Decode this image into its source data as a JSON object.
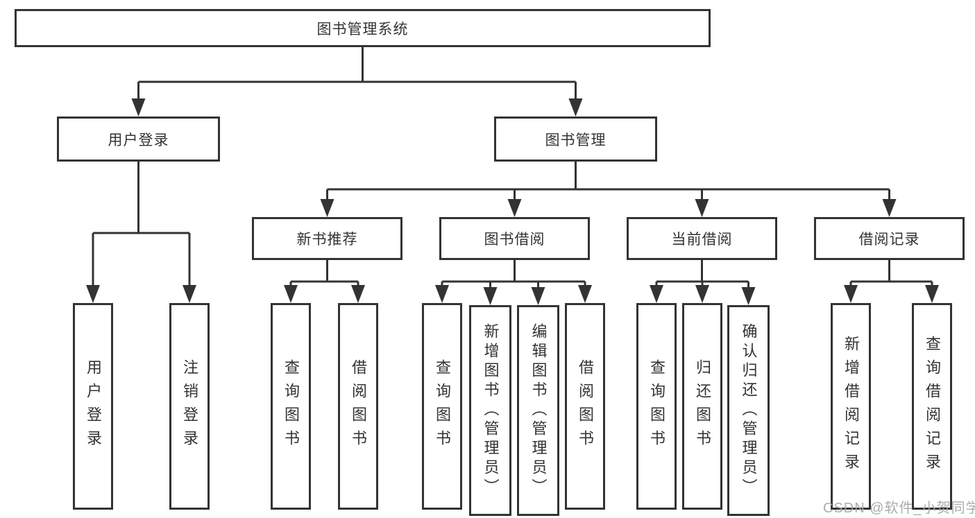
{
  "diagram": {
    "root": {
      "label": "图书管理系统"
    },
    "level2": [
      {
        "label": "用户登录"
      },
      {
        "label": "图书管理"
      }
    ],
    "level3": [
      {
        "label": "新书推荐"
      },
      {
        "label": "图书借阅"
      },
      {
        "label": "当前借阅"
      },
      {
        "label": "借阅记录"
      }
    ],
    "leaves": {
      "user_login": [
        {
          "label": "用户登录"
        },
        {
          "label": "注销登录"
        }
      ],
      "new_book_rec": [
        {
          "label": "查询图书"
        },
        {
          "label": "借阅图书"
        }
      ],
      "book_borrow": [
        {
          "label": "查询图书"
        },
        {
          "label": "新增图书（管理员）"
        },
        {
          "label": "编辑图书（管理员）"
        },
        {
          "label": "借阅图书"
        }
      ],
      "current_borrow": [
        {
          "label": "查询图书"
        },
        {
          "label": "归还图书"
        },
        {
          "label": "确认归还（管理员）"
        }
      ],
      "borrow_record": [
        {
          "label": "新增借阅记录"
        },
        {
          "label": "查询借阅记录"
        }
      ]
    },
    "colors": {
      "line": "#333333",
      "box_background": "#ffffff",
      "text": "#333333",
      "watermark": "#a8a8a8"
    },
    "watermark": "CSDN @软件_小贺同学"
  }
}
